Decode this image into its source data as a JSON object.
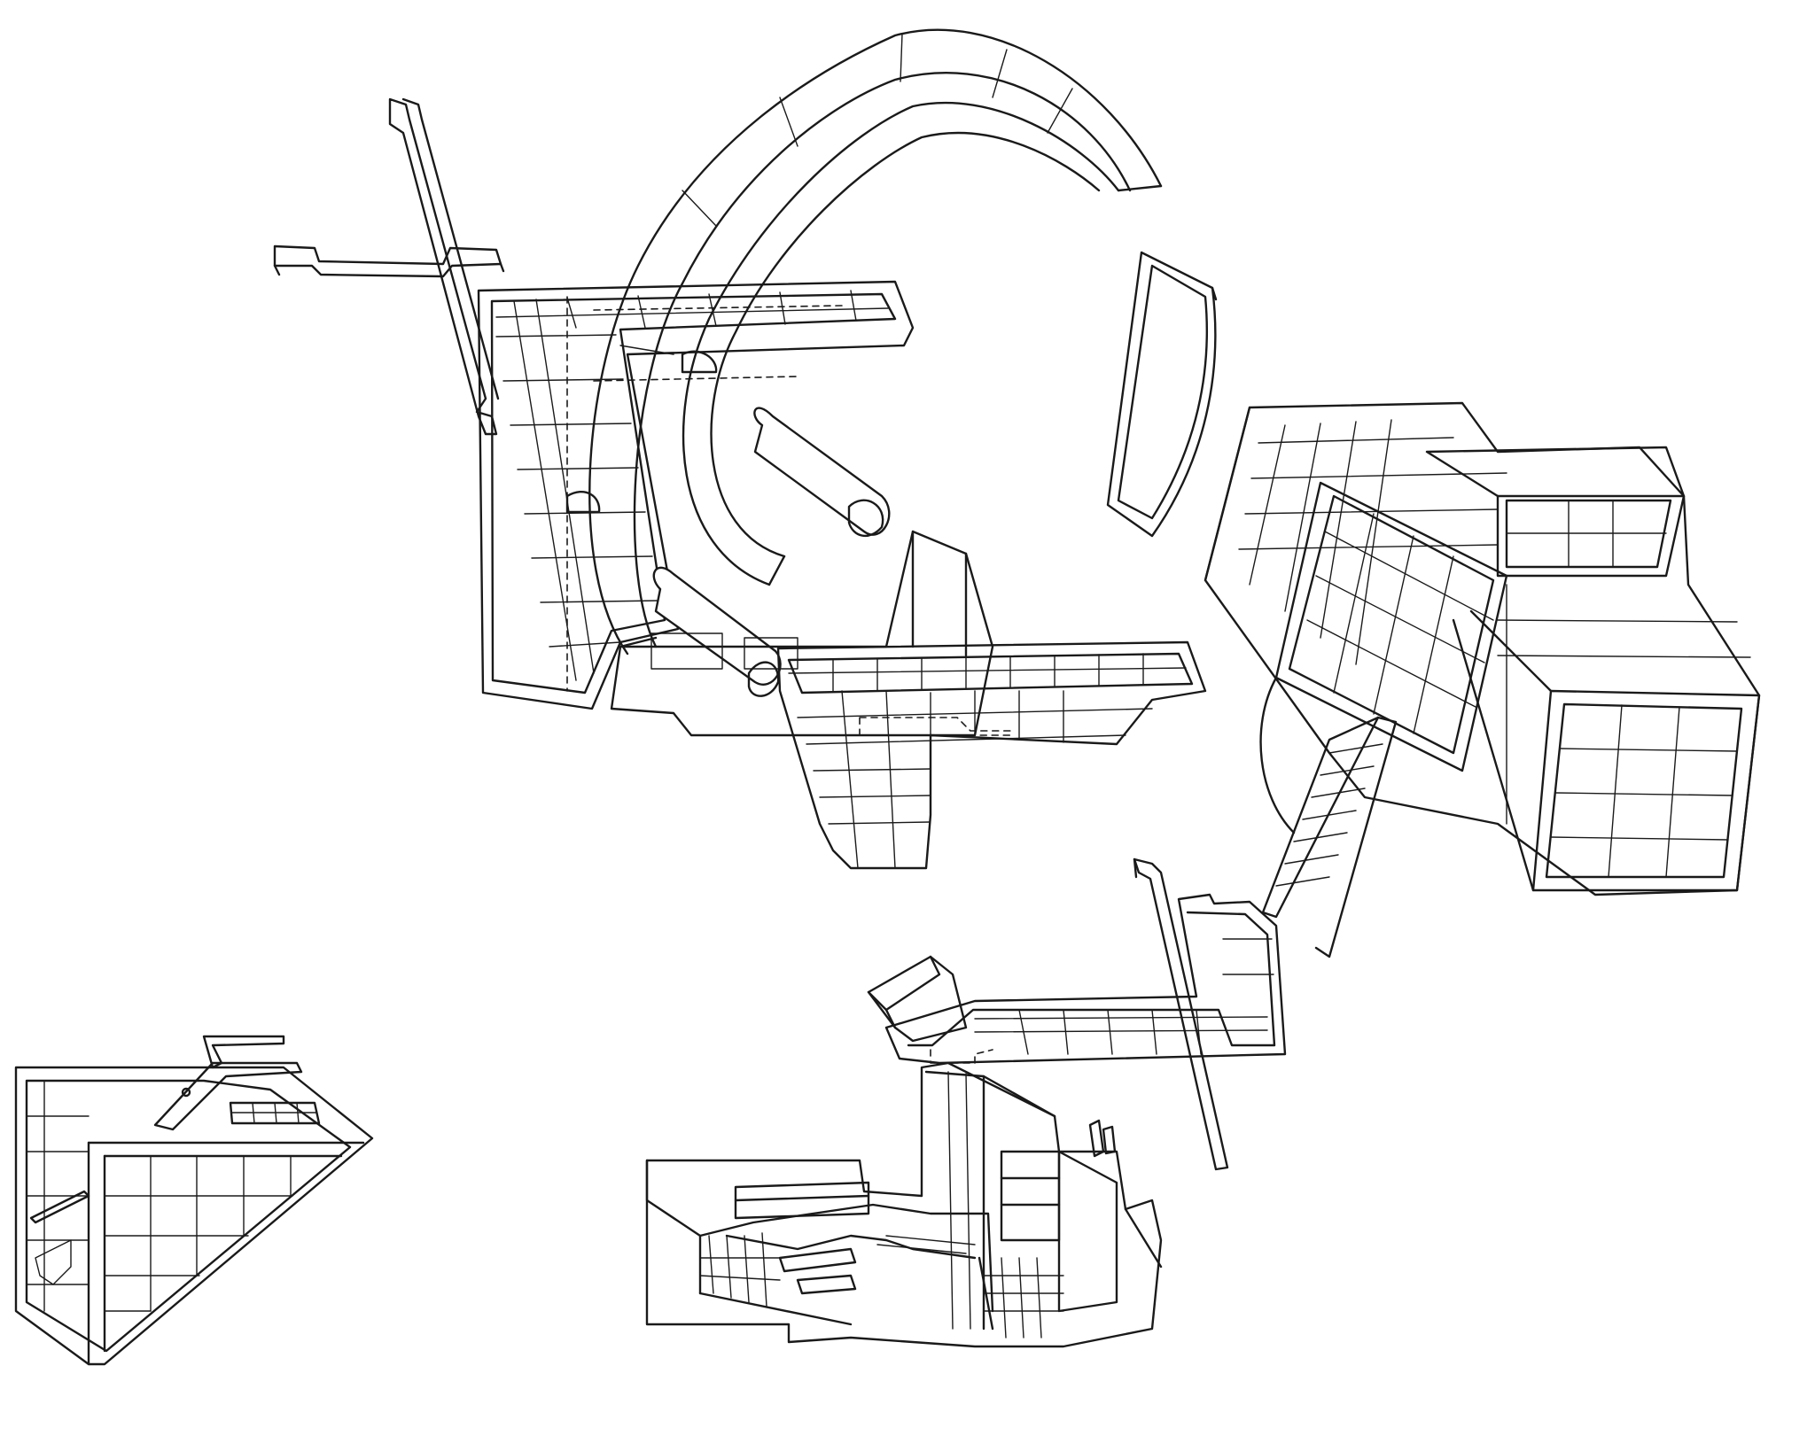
{
  "drawing": {
    "type": "exploded axonometric line drawing",
    "background_color": "#ffffff",
    "line_color": "#1a1a1a",
    "components": [
      "arc-wall",
      "cross-frame",
      "tilted-panel",
      "l-shaped-grid-frame",
      "cylinders",
      "l-shaped-slab",
      "central-block",
      "box-tower",
      "diagonal-grid-frame",
      "stair-ladder",
      "tall-blade",
      "l-slab-lower",
      "pitched-fragment",
      "ground-assembly",
      "triangular-corner-room"
    ]
  }
}
